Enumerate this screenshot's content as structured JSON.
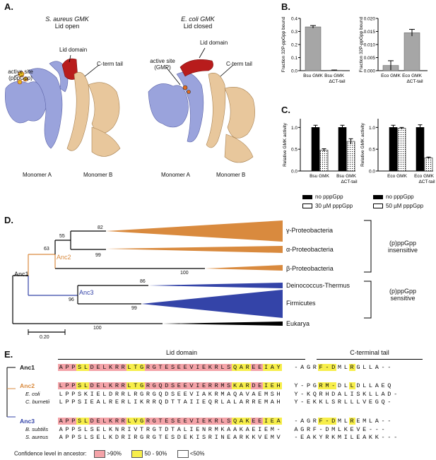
{
  "panelA": {
    "label": "A.",
    "left_title_1": "S. aureus GMK",
    "left_title_2": "Lid open",
    "right_title_1": "E. coli GMK",
    "right_title_2": "Lid closed",
    "active_site_left_1": "active site",
    "active_site_left_2": "(pppGpp)",
    "lid_left": "Lid domain",
    "cterm_left": "C-term tail",
    "active_site_right_1": "active site",
    "active_site_right_2": "(GMP)",
    "lid_right": "Lid domain",
    "cterm_right": "C-term tail",
    "monA_left": "Monomer A",
    "monB_left": "Monomer B",
    "monA_right": "Monomer A",
    "monB_right": "Monomer B"
  },
  "panelB": {
    "label": "B.",
    "chart_data": [
      {
        "type": "bar",
        "ylabel": "Fraction 32P-ppGpp bound",
        "categories": [
          "Bsu GMK",
          "Bsu GMK ΔCT-tail"
        ],
        "values": [
          0.335,
          0.003
        ],
        "errors": [
          0.01,
          0.002
        ],
        "ylim": [
          0,
          0.4
        ],
        "yticks": [
          "0.0",
          "0.1",
          "0.2",
          "0.3",
          "0.4"
        ],
        "colors": [
          "#a6a6a6",
          "#a6a6a6"
        ]
      },
      {
        "type": "bar",
        "ylabel": "Fraction 32P-ppGpp bound",
        "categories": [
          "Eco GMK",
          "Eco GMK ΔCT-tail"
        ],
        "values": [
          0.002,
          0.0145
        ],
        "errors": [
          0.0018,
          0.0013
        ],
        "ylim": [
          0,
          0.02
        ],
        "yticks": [
          "0.000",
          "0.005",
          "0.010",
          "0.015",
          "0.020"
        ],
        "colors": [
          "#a6a6a6",
          "#a6a6a6"
        ]
      }
    ]
  },
  "panelC": {
    "label": "C.",
    "legend_no": "no pppGpp",
    "legend_30": "30 µM pppGpp",
    "legend_50": "50 µM pppGpp",
    "chart_data": [
      {
        "type": "bar",
        "ylabel": "Relative GMK activity",
        "categories": [
          "Bsu GMK",
          "Bsu GMK ΔCT-tail"
        ],
        "series": [
          {
            "name": "no pppGpp",
            "values": [
              1.0,
              1.0
            ],
            "errors": [
              0.05,
              0.05
            ]
          },
          {
            "name": "30 µM pppGpp",
            "values": [
              0.48,
              0.68
            ],
            "errors": [
              0.03,
              0.06
            ]
          }
        ],
        "ylim": [
          0,
          1.2
        ],
        "yticks": [
          "0.0",
          "0.5",
          "1.0"
        ]
      },
      {
        "type": "bar",
        "ylabel": "Relative GMK activity",
        "categories": [
          "Eco GMK",
          "Eco GMK ΔCT-tail"
        ],
        "series": [
          {
            "name": "no pppGpp",
            "values": [
              1.0,
              1.0
            ],
            "errors": [
              0.05,
              0.06
            ]
          },
          {
            "name": "50 µM pppGpp",
            "values": [
              0.98,
              0.3
            ],
            "errors": [
              0.02,
              0.02
            ]
          }
        ],
        "ylim": [
          0,
          1.2
        ],
        "yticks": [
          "0.0",
          "0.5",
          "1.0"
        ]
      }
    ]
  },
  "panelD": {
    "label": "D.",
    "clades": [
      "γ-Proteobacteria",
      "α-Proteobacteria",
      "β-Proteobacteria",
      "Deinococcus-Thermus",
      "Firmicutes",
      "Eukarya"
    ],
    "bootstraps": [
      "82",
      "55",
      "63",
      "99",
      "100",
      "86",
      "96",
      "99",
      "100"
    ],
    "anc1": "Anc1",
    "anc2": "Anc2",
    "anc3": "Anc3",
    "insensitive_1": "(p)ppGpp",
    "insensitive_2": "insensitive",
    "sensitive_1": "(p)ppGpp",
    "sensitive_2": "sensitive",
    "scale": "0.20",
    "colors": {
      "orange": "#d98a3e",
      "blue": "#3444a8",
      "black": "#000000"
    }
  },
  "panelE": {
    "label": "E.",
    "lid_header": "Lid domain",
    "cterm_header": "C-terminal tail",
    "rows": [
      {
        "name": "Anc1",
        "seq": "APPSLDELKRRLTGRGTESEEVIEKRLSQAREEIAY-AGRF-DMLRGLLA--",
        "style": "bold"
      },
      {
        "name": "Anc2",
        "seq": "LPPSLDELKRRLTGRGQDSEEVIERRMSKARDEIEHY-PGRM-DLLDLLAEQ",
        "style": "anc2"
      },
      {
        "name": "E. coli",
        "seq": "LPPSKIELDRRLRGRGQDSEEVIAKRMAQAVAEMSHY-KQRHDALISKLLAD-",
        "style": "italic"
      },
      {
        "name": "C. burnetii",
        "seq": "LPPSIEALRERLIKRRQDTTAIIEQRLALARREMAHY-EKKLSRLLLVEGQ-",
        "style": "italic"
      },
      {
        "name": "Anc3",
        "seq": "APPSLDELKRRLVGRGTESEEVIEKRLSQAKEEIEA-AGRF-DMLREMLA--",
        "style": "anc3"
      },
      {
        "name": "B. subtilis",
        "seq": "APPSLSELKNRIVTRGTDTALIENRMKAAKAEIEM-AGRF-DMLKEVE---",
        "style": "italic"
      },
      {
        "name": "S. aureus",
        "seq": "APPSLSELKDRIRGRGTESDEKISRINEARKKVEMV-EAKYRKMILEAKK---",
        "style": "italic"
      }
    ],
    "confidence_label": "Confidence level in ancestor:",
    "conf_high": ">90%",
    "conf_mid": "50 - 90%",
    "conf_low": "<50%",
    "colors": {
      "high": "#f4a3a8",
      "mid": "#f7ee4a",
      "low": "#ffffff"
    }
  }
}
